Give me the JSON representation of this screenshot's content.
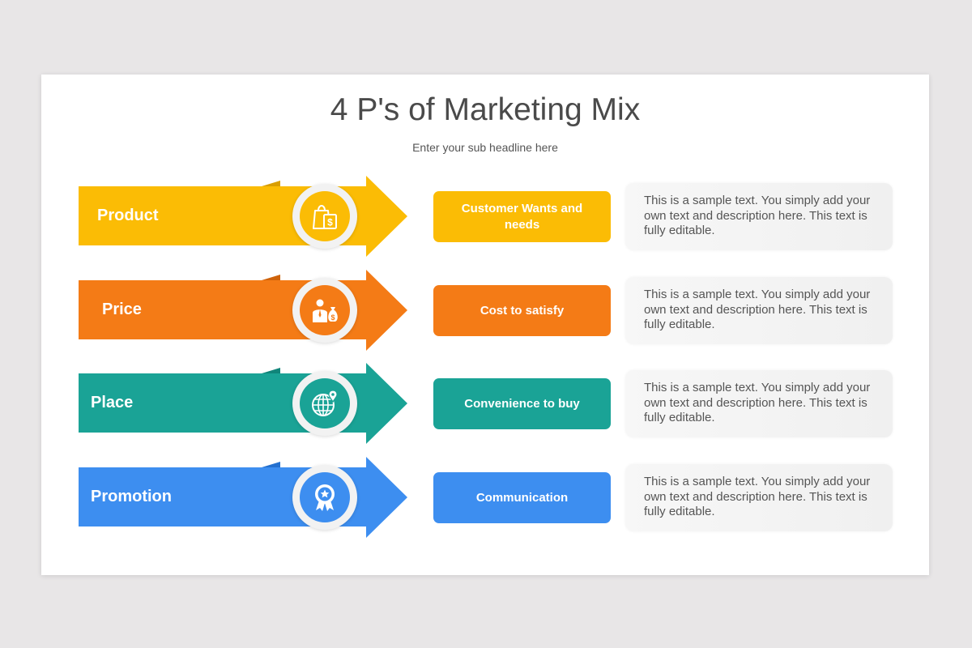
{
  "slide": {
    "title": "4 P's of Marketing Mix",
    "subtitle": "Enter your sub headline here"
  },
  "rows": [
    {
      "label": "Product",
      "icon": "shopping-bag-dollar-icon",
      "outcome": "Customer Wants and needs",
      "description": "This is a sample text. You simply add your own text and description here. This text is fully editable.",
      "color": "#fbbc05",
      "dark_color": "#d99e00"
    },
    {
      "label": "Price",
      "icon": "person-money-bag-icon",
      "outcome": "Cost to satisfy",
      "description": "This is a sample text. You simply add your own text and description here. This text is fully editable.",
      "color": "#f47b16",
      "dark_color": "#cf630b"
    },
    {
      "label": "Place",
      "icon": "globe-location-pin-icon",
      "outcome": "Convenience to buy",
      "description": "This is a sample text. You simply add your own text and description here. This text is fully editable.",
      "color": "#1aa396",
      "dark_color": "#11857a"
    },
    {
      "label": "Promotion",
      "icon": "award-badge-icon",
      "outcome": "Communication",
      "description": "This is a sample text. You simply add your own text and description here. This text is fully editable.",
      "color": "#3d8ef0",
      "dark_color": "#2470cf"
    }
  ]
}
